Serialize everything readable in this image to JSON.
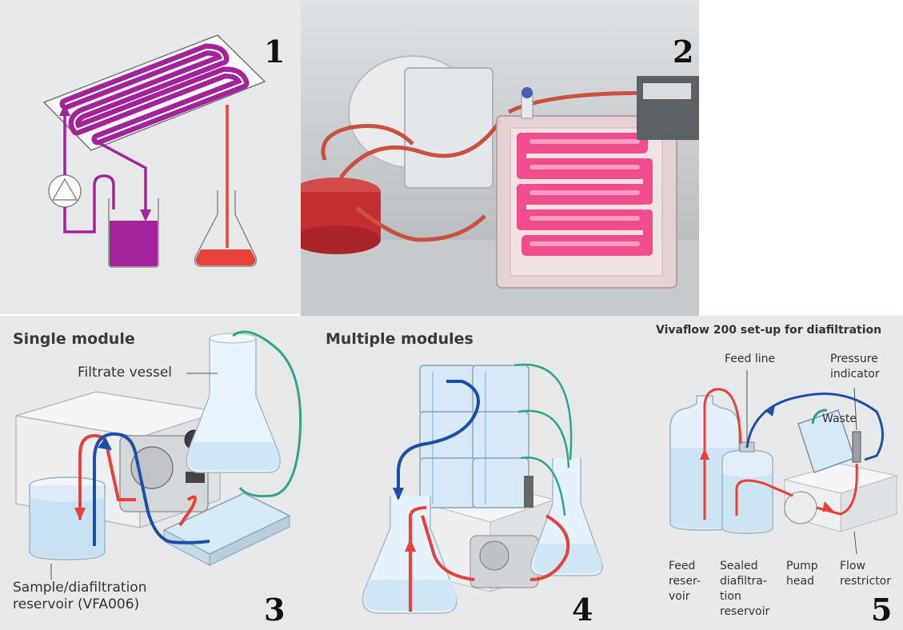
{
  "panels": [
    {
      "number": "1"
    },
    {
      "number": "2"
    },
    {
      "number": "3",
      "title": "Single module",
      "labels": {
        "filtrate_vessel": "Filtrate vessel",
        "sample_line1": "Sample/diafiltration",
        "sample_line2": "reservoir (VFA006)"
      }
    },
    {
      "number": "4",
      "title": "Multiple modules"
    },
    {
      "number": "5",
      "title": "Vivaflow 200 set-up for diafiltration",
      "labels": {
        "feed_line": "Feed line",
        "pressure_1": "Pressure",
        "pressure_2": "indicator",
        "waste": "Waste",
        "feed_res_1": "Feed",
        "feed_res_2": "reser-",
        "feed_res_3": "voir",
        "sealed_1": "Sealed",
        "sealed_2": "diafiltra-",
        "sealed_3": "tion",
        "sealed_4": "reservoir",
        "pump_1": "Pump",
        "pump_2": "head",
        "flow_1": "Flow",
        "flow_2": "restrictor"
      }
    }
  ],
  "colors": {
    "retentate": "#a3239a",
    "filtrate": "#e8403a",
    "blue_line": "#1e4fa8",
    "green_line": "#2fa587",
    "panel_bg": "#e6e8ea"
  }
}
